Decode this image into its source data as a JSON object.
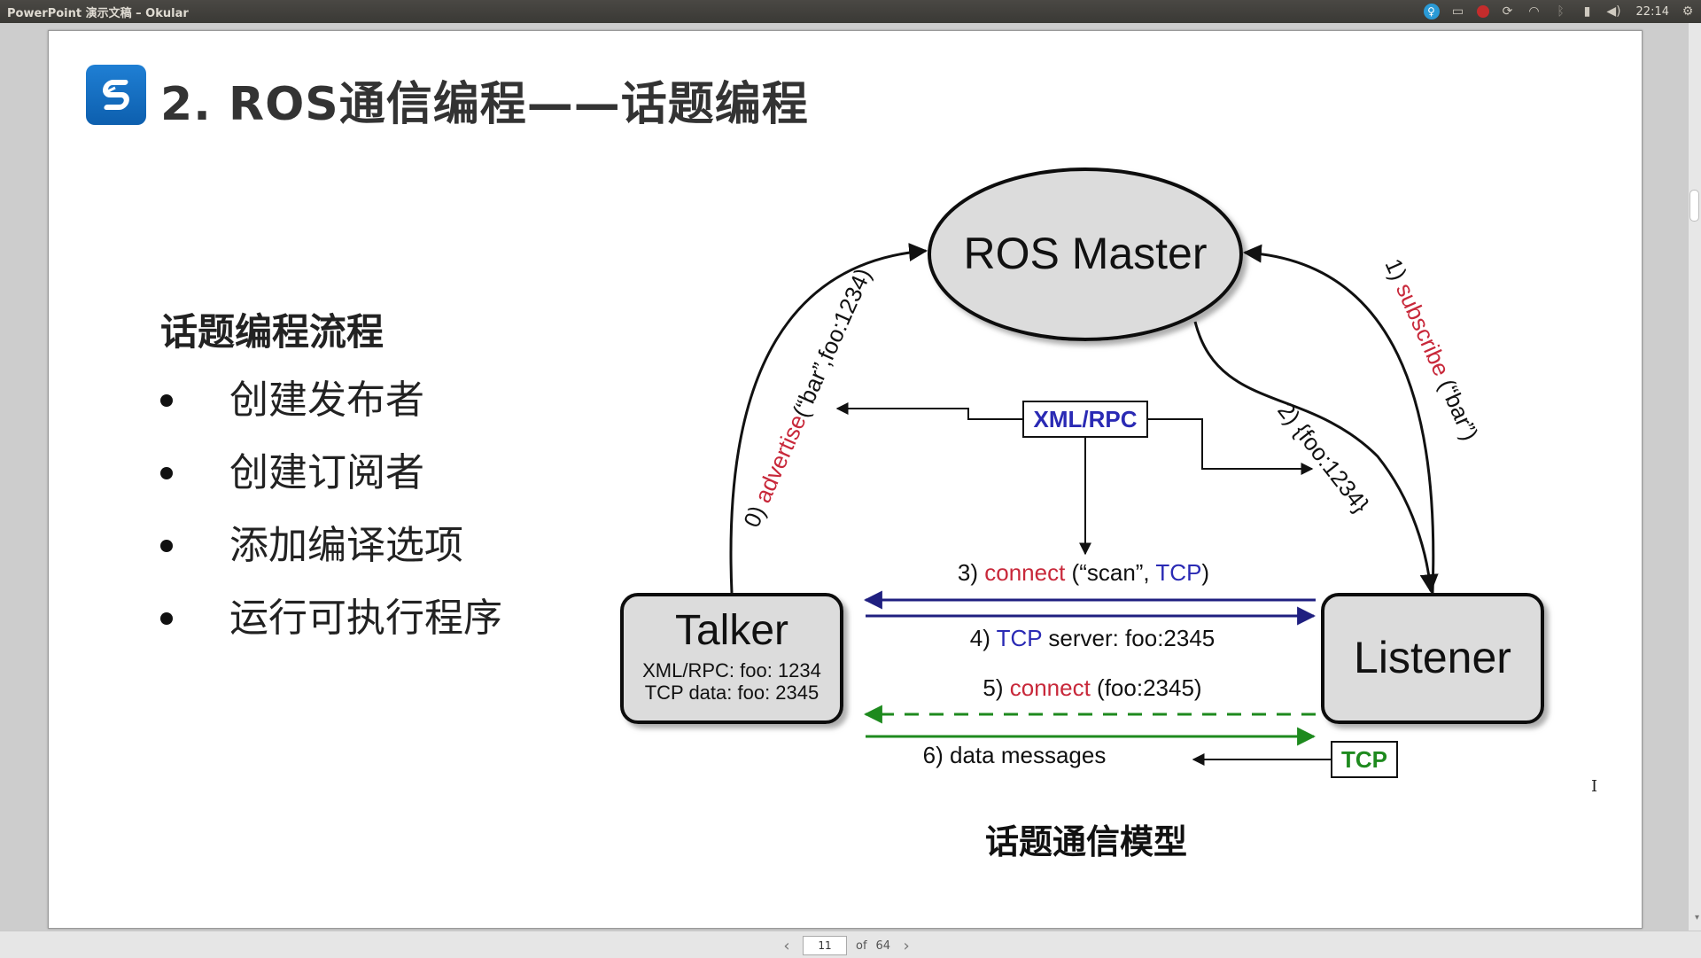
{
  "window": {
    "title": "PowerPoint 演示文稿 – Okular"
  },
  "tray": {
    "clock": "22:14",
    "icons": [
      "accessibility-icon",
      "keyboard-icon",
      "record-icon",
      "sync-icon",
      "wifi-icon",
      "bluetooth-icon",
      "battery-icon",
      "volume-icon",
      "settings-gear-icon"
    ]
  },
  "slide": {
    "title": "2. ROS通信编程——话题编程",
    "section_heading": "话题编程流程",
    "bullets": [
      "创建发布者",
      "创建订阅者",
      "添加编译选项",
      "运行可执行程序"
    ],
    "diagram": {
      "master": "ROS Master",
      "talker": {
        "name": "Talker",
        "line1": "XML/RPC: foo: 1234",
        "line2": "TCP data: foo: 2345"
      },
      "listener": "Listener",
      "xmlrpc": "XML/RPC",
      "tcp": "TCP",
      "advertise": {
        "prefix": "0) ",
        "verb": "advertise",
        "args": "(“bar”,foo:1234)"
      },
      "subscribe": {
        "prefix": "1) ",
        "verb": "subscribe",
        "args": " (“bar”)"
      },
      "step2": "2) {foo:1234}",
      "step3": {
        "prefix": "3) ",
        "verb": "connect",
        "mid": " (“scan”, ",
        "proto": "TCP",
        "end": ")"
      },
      "step4": {
        "prefix": "4) ",
        "proto": "TCP",
        "rest": " server: foo:2345"
      },
      "step5": {
        "prefix": "5) ",
        "verb": "connect",
        "rest": " (foo:2345)"
      },
      "step6": "6) data messages",
      "colors": {
        "red": "#c8283a",
        "blue": "#2a2ab4",
        "green": "#1e8a1e",
        "navy": "#1f1f80"
      }
    },
    "caption": "话题通信模型"
  },
  "navigation": {
    "current_page": "11",
    "of_label": "of",
    "total_pages": "64"
  }
}
